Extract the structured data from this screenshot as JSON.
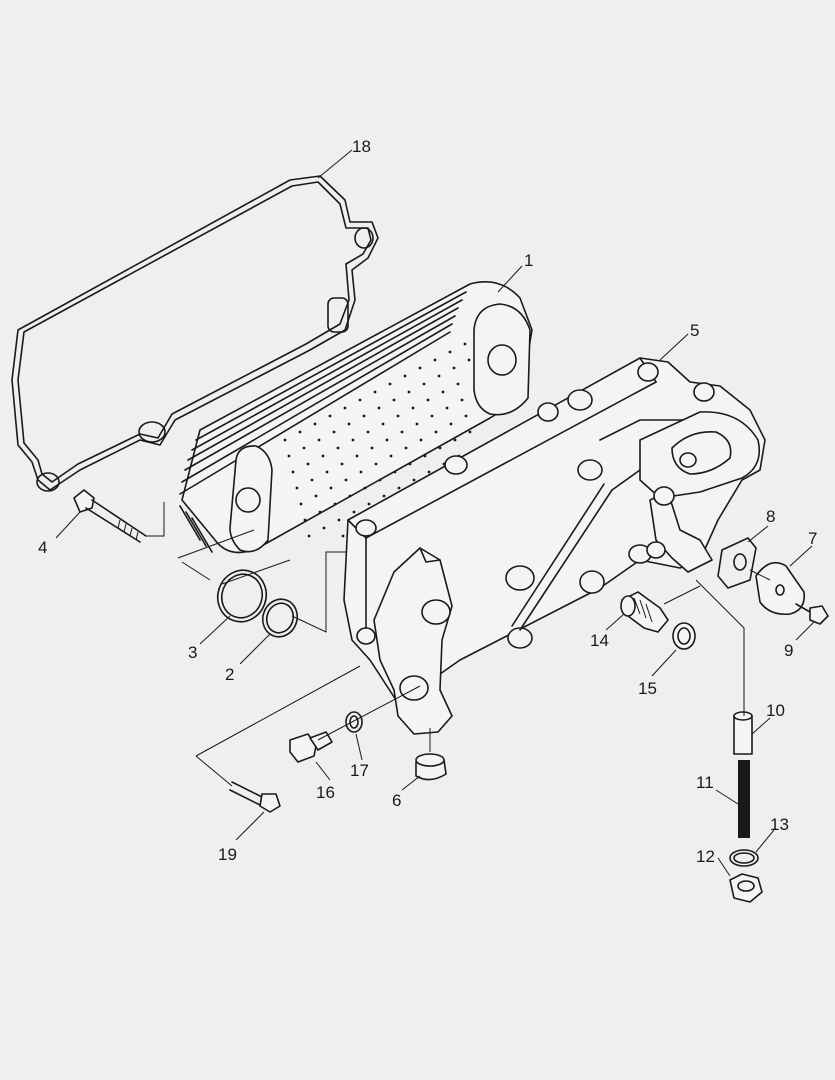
{
  "diagram": {
    "background": "#efefef",
    "line_color": "#1a1a1a",
    "callouts": [
      {
        "id": "c1",
        "label": "1"
      },
      {
        "id": "c2",
        "label": "2"
      },
      {
        "id": "c3",
        "label": "3"
      },
      {
        "id": "c4",
        "label": "4"
      },
      {
        "id": "c5",
        "label": "5"
      },
      {
        "id": "c6",
        "label": "6"
      },
      {
        "id": "c7",
        "label": "7"
      },
      {
        "id": "c8",
        "label": "8"
      },
      {
        "id": "c9",
        "label": "9"
      },
      {
        "id": "c10",
        "label": "10"
      },
      {
        "id": "c11",
        "label": "11"
      },
      {
        "id": "c12",
        "label": "12"
      },
      {
        "id": "c13",
        "label": "13"
      },
      {
        "id": "c14",
        "label": "14"
      },
      {
        "id": "c15",
        "label": "15"
      },
      {
        "id": "c16",
        "label": "16"
      },
      {
        "id": "c17",
        "label": "17"
      },
      {
        "id": "c18",
        "label": "18"
      },
      {
        "id": "c19",
        "label": "19"
      }
    ]
  }
}
